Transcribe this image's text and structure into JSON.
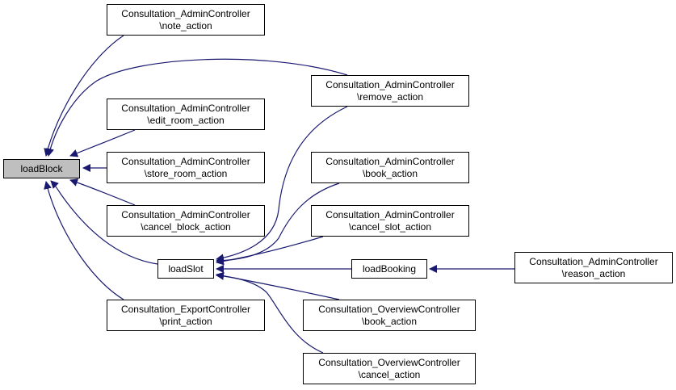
{
  "colors": {
    "edge": "#191970",
    "node_border": "#000000",
    "highlight_fill": "#bfbfbf"
  },
  "nodes": {
    "loadblock": {
      "lines": [
        "loadBlock"
      ]
    },
    "loadslot": {
      "lines": [
        "loadSlot"
      ]
    },
    "loadbooking": {
      "lines": [
        "loadBooking"
      ]
    },
    "note_action": {
      "lines": [
        "Consultation_AdminController",
        "\\note_action"
      ]
    },
    "remove_action": {
      "lines": [
        "Consultation_AdminController",
        "\\remove_action"
      ]
    },
    "edit_room_action": {
      "lines": [
        "Consultation_AdminController",
        "\\edit_room_action"
      ]
    },
    "store_room_action": {
      "lines": [
        "Consultation_AdminController",
        "\\store_room_action"
      ]
    },
    "cancel_block_action": {
      "lines": [
        "Consultation_AdminController",
        "\\cancel_block_action"
      ]
    },
    "book_action_admin": {
      "lines": [
        "Consultation_AdminController",
        "\\book_action"
      ]
    },
    "cancel_slot_action": {
      "lines": [
        "Consultation_AdminController",
        "\\cancel_slot_action"
      ]
    },
    "reason_action": {
      "lines": [
        "Consultation_AdminController",
        "\\reason_action"
      ]
    },
    "print_action": {
      "lines": [
        "Consultation_ExportController",
        "\\print_action"
      ]
    },
    "overview_book_action": {
      "lines": [
        "Consultation_OverviewController",
        "\\book_action"
      ]
    },
    "overview_cancel_action": {
      "lines": [
        "Consultation_OverviewController",
        "\\cancel_action"
      ]
    }
  },
  "edges": [
    {
      "from": "note_action",
      "to": "loadblock"
    },
    {
      "from": "remove_action",
      "to": "loadblock"
    },
    {
      "from": "edit_room_action",
      "to": "loadblock"
    },
    {
      "from": "store_room_action",
      "to": "loadblock"
    },
    {
      "from": "cancel_block_action",
      "to": "loadblock"
    },
    {
      "from": "loadslot",
      "to": "loadblock"
    },
    {
      "from": "print_action",
      "to": "loadblock"
    },
    {
      "from": "remove_action",
      "to": "loadslot"
    },
    {
      "from": "book_action_admin",
      "to": "loadslot"
    },
    {
      "from": "cancel_slot_action",
      "to": "loadslot"
    },
    {
      "from": "loadbooking",
      "to": "loadslot"
    },
    {
      "from": "overview_book_action",
      "to": "loadslot"
    },
    {
      "from": "overview_cancel_action",
      "to": "loadslot"
    },
    {
      "from": "reason_action",
      "to": "loadbooking"
    }
  ]
}
